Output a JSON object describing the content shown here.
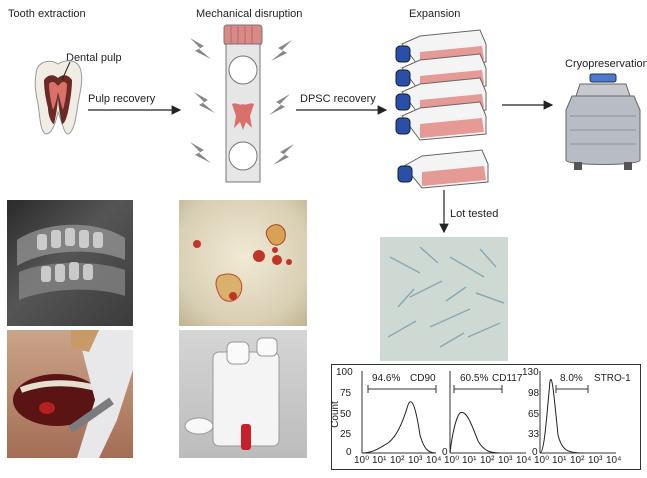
{
  "steps": {
    "tooth_extraction": "Tooth extraction",
    "mechanical_disruption": "Mechanical disruption",
    "expansion": "Expansion",
    "cryopreservation": "Cryopreservation"
  },
  "labels": {
    "dental_pulp": "Dental pulp",
    "pulp_recovery": "Pulp recovery",
    "dpsc_recovery": "DPSC recovery",
    "lot_tested": "Lot tested"
  },
  "flow": {
    "y_ticks": [
      "100",
      "75",
      "50",
      "25",
      "0"
    ],
    "y_label": "Count",
    "x_ticks": [
      "10⁰",
      "10¹",
      "10²",
      "10³",
      "10⁴"
    ],
    "panel2_y_tick": "0",
    "panel3_y_ticks": [
      "130",
      "98",
      "65",
      "33",
      "0"
    ],
    "markers": [
      {
        "percent": "94.6%",
        "marker": "CD90"
      },
      {
        "percent": "60.5%",
        "marker": "CD117"
      },
      {
        "percent": "8.0%",
        "marker": "STRO-1"
      }
    ]
  },
  "colors": {
    "pulp": "#d9716a",
    "flask_cap": "#2b4fa6",
    "tank": "#b8bcc4",
    "arrow": "#222222"
  }
}
